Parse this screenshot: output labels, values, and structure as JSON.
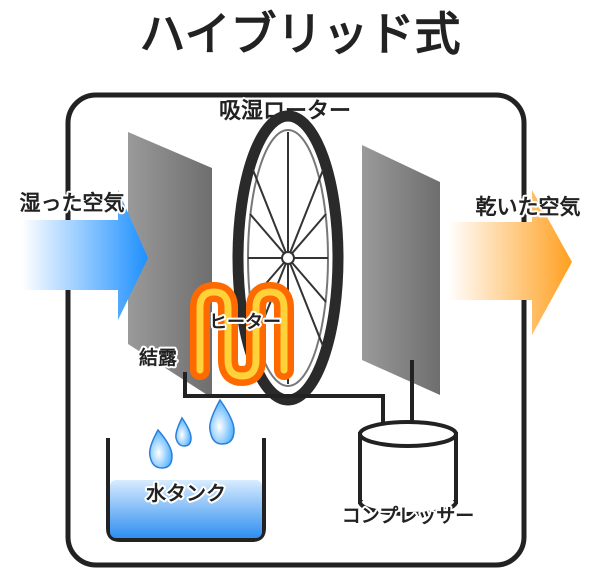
{
  "title": "ハイブリッド式",
  "labels": {
    "rotor": "吸湿ローター",
    "wet_air": "湿った空気",
    "dry_air": "乾いた空気",
    "heater": "ヒーター",
    "condensation": "結露",
    "water_tank": "水タンク",
    "compressor": "コンプレッサー"
  },
  "colors": {
    "wet_air_arrow": "#1e90ff",
    "dry_air_arrow": "#ffa020",
    "heater": "#ff5a00",
    "water": "#3aa0ff",
    "panel": "#808080",
    "frame": "#222222"
  },
  "icons": [
    "water-droplet-icon",
    "heater-coil-icon",
    "rotor-wheel-icon",
    "compressor-icon"
  ]
}
